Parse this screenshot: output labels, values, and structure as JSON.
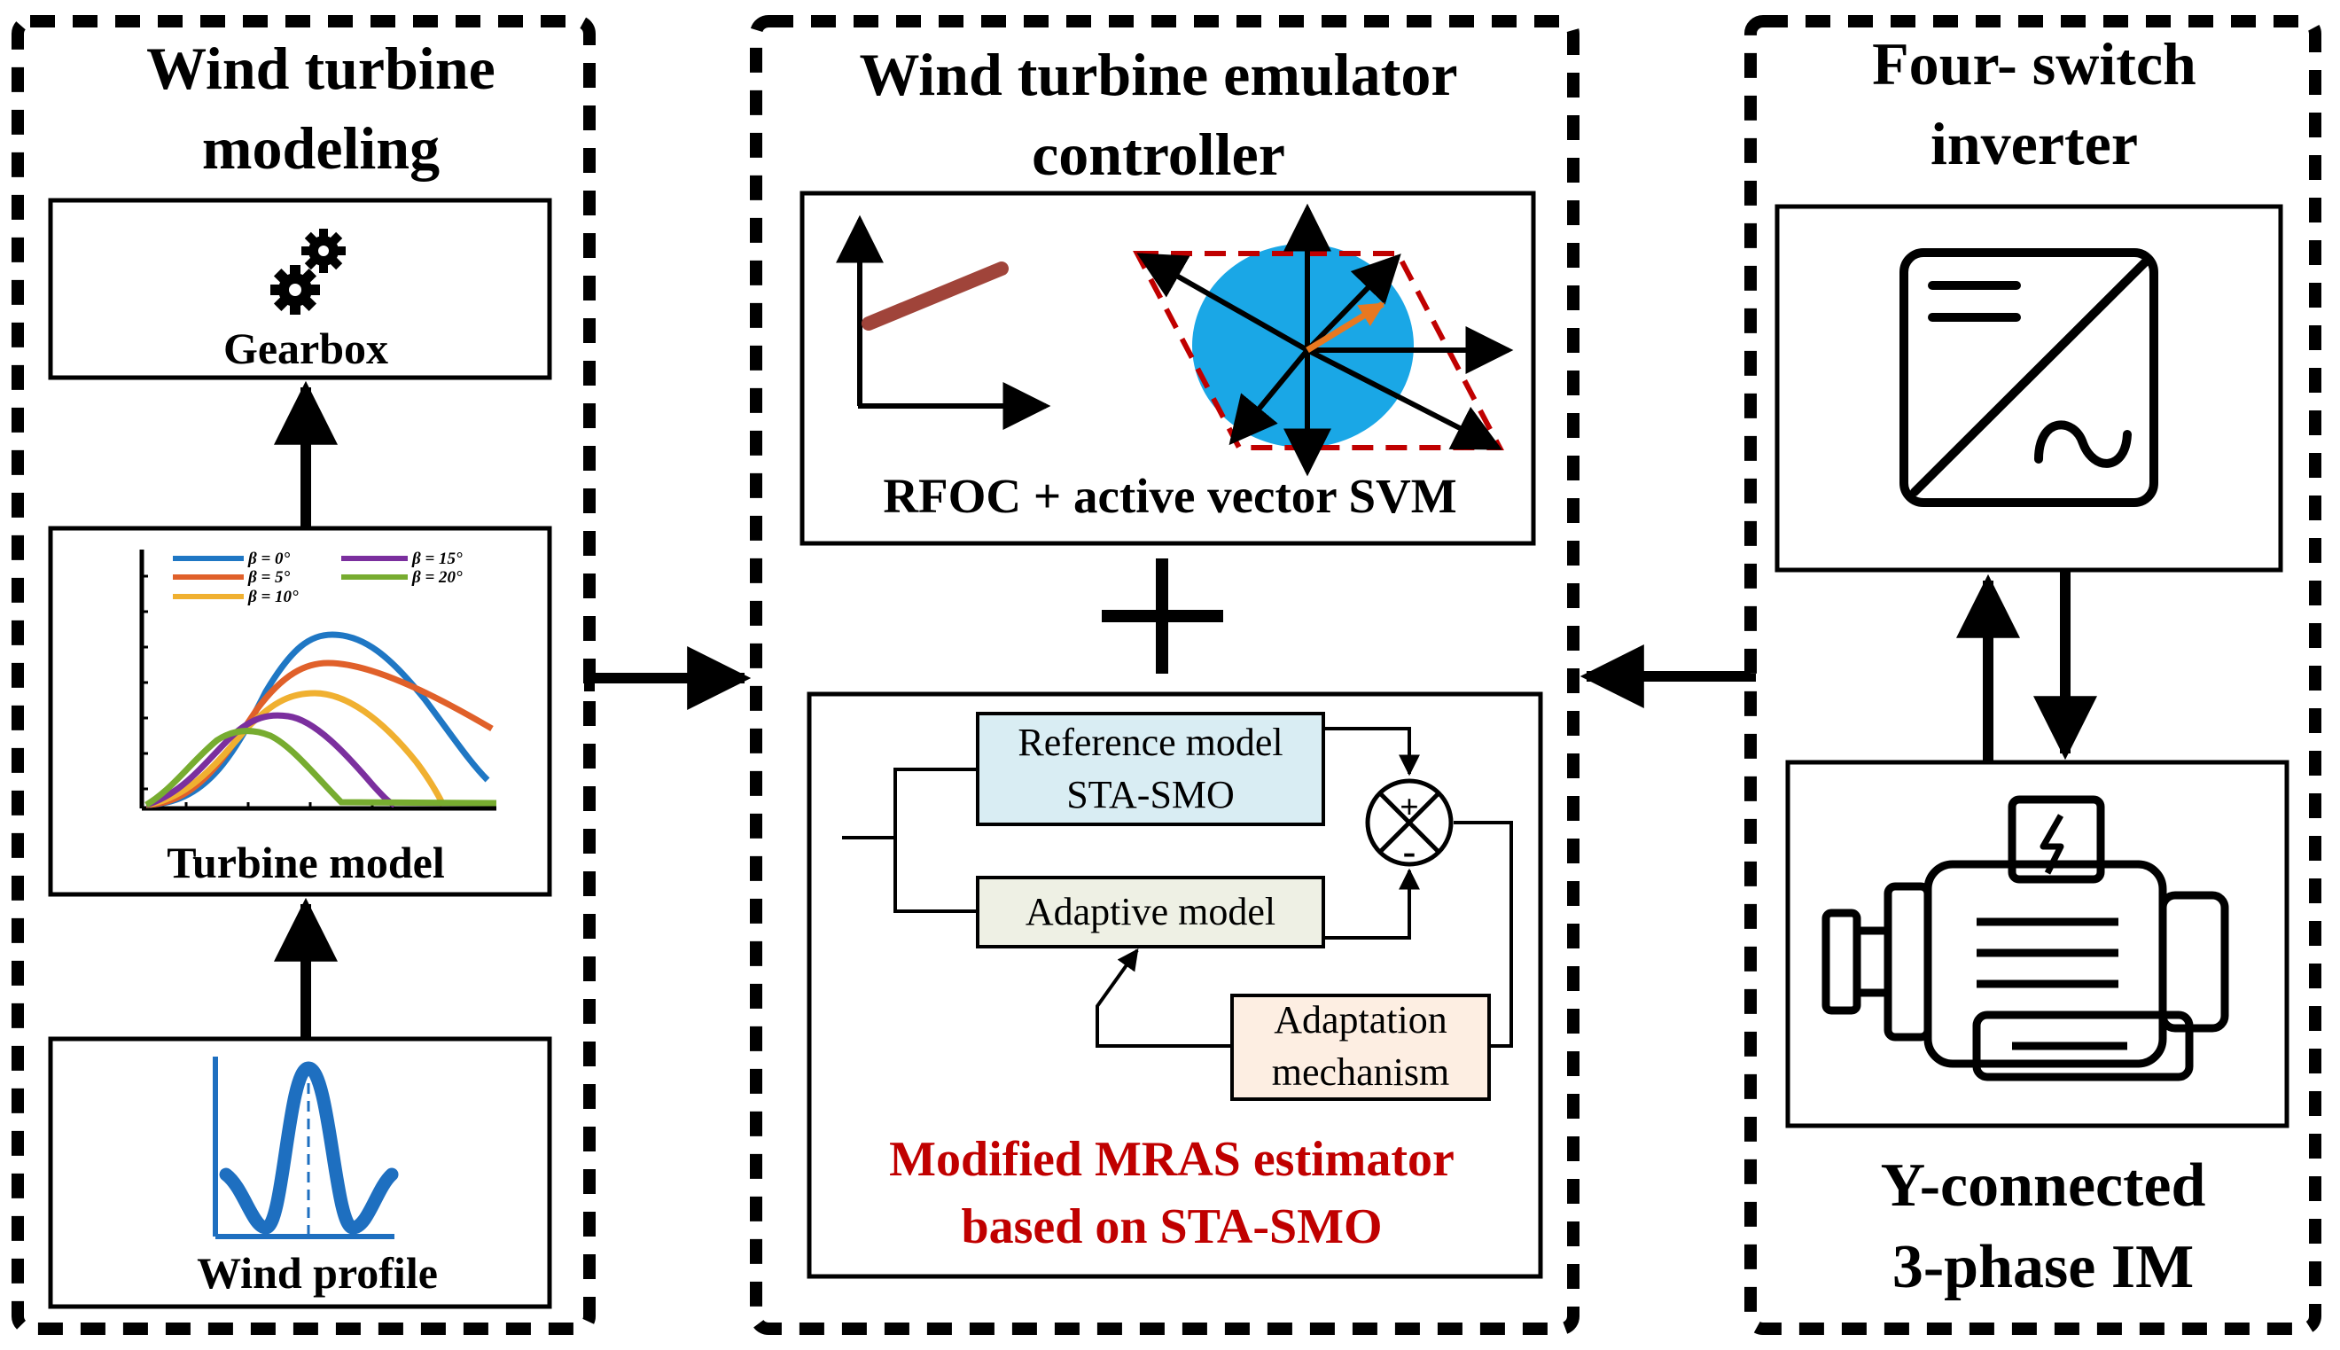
{
  "panels": {
    "left": {
      "title_line1": "Wind turbine",
      "title_line2": "modeling"
    },
    "center": {
      "title_line1": "Wind turbine emulator",
      "title_line2": "controller"
    },
    "right": {
      "title_line1": "Four- switch",
      "title_line2": "inverter"
    }
  },
  "blocks": {
    "gearbox": "Gearbox",
    "turbine_model": "Turbine model",
    "wind_profile": "Wind profile",
    "rfoc_svm": "RFOC + active vector SVM",
    "reference_model_line1": "Reference model",
    "reference_model_line2": "STA-SMO",
    "adaptive_model": "Adaptive model",
    "adaptation_line1": "Adaptation",
    "adaptation_line2": "mechanism",
    "mras_line1": "Modified MRAS estimator",
    "mras_line2": "based on STA-SMO",
    "motor_line1": "Y-connected",
    "motor_line2": "3-phase IM"
  },
  "summer_signs": {
    "plus": "+",
    "minus": "-"
  },
  "turbine_chart": {
    "legend": [
      {
        "label": "β = 0°",
        "color": "#1f77c4"
      },
      {
        "label": "β = 15°",
        "color": "#7b2f9e"
      },
      {
        "label": "β = 5°",
        "color": "#e0602a"
      },
      {
        "label": "β = 20°",
        "color": "#77ac30"
      },
      {
        "label": "β = 10°",
        "color": "#f0b030"
      }
    ]
  },
  "colors": {
    "mras_text": "#c00000",
    "reference_fill": "#d9edf3",
    "adaptive_fill": "#eef0e4",
    "adaptation_fill": "#fdeee2",
    "svm_circle": "#1aa7e6",
    "svm_hex": "#c00000",
    "wind_profile": "#1e6fc0",
    "slope_line": "#a0443a",
    "svm_vector": "#e87820"
  }
}
